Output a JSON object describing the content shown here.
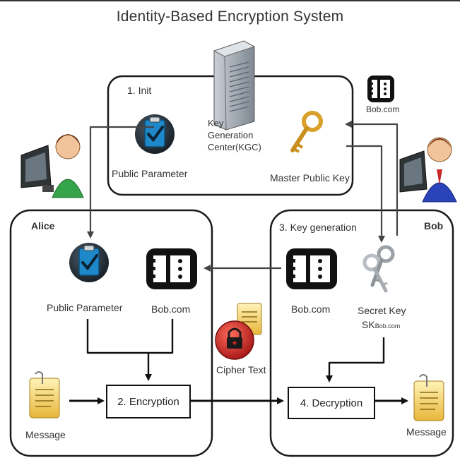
{
  "title": "Identity-Based Encryption System",
  "kgc_panel": {
    "step_label": "1.  Init",
    "public_parameter": "Public Parameter",
    "kgc_lines": [
      "Key",
      "Generation",
      "Center(KGC)"
    ],
    "master_public_key": "Master Public Key",
    "identity_label": "Bob.com"
  },
  "alice_panel": {
    "name": "Alice",
    "public_parameter": "Public Parameter",
    "identity_label": "Bob.com",
    "message": "Message",
    "encryption": "2. Encryption"
  },
  "bob_panel": {
    "name": "Bob",
    "step_label": "3. Key   generation",
    "identity_label": "Bob.com",
    "secret_key": "Secret Key",
    "secret_key_symbol": "SK",
    "secret_key_subscript": "Bob.com",
    "decryption": "4. Decryption",
    "message": "Message"
  },
  "cipher_text": "Cipher Text",
  "colors": {
    "outline": "#1a1a1a",
    "clipboard_blue": "#1e88c8",
    "key_gold": "#d9a02a",
    "lock_red": "#c62828",
    "doc_yellow": "#f4d16a",
    "server_grey": "#9aa3ad"
  },
  "icons": [
    "server-icon",
    "clipboard-icon",
    "key-icon",
    "id-card-icon",
    "keys-icon",
    "lock-icon",
    "document-icon",
    "user-computer-icon"
  ]
}
